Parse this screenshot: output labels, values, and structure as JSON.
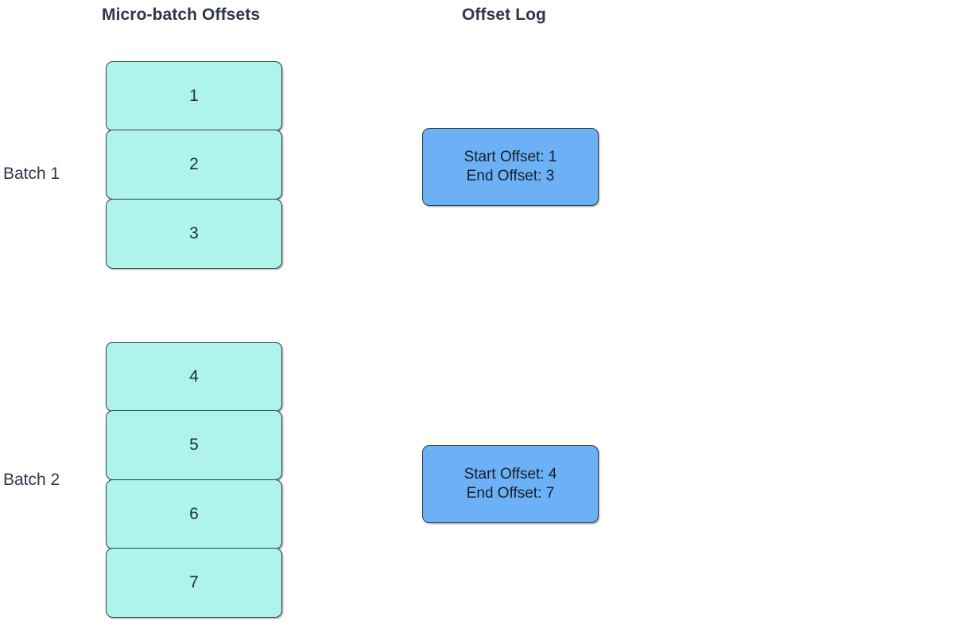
{
  "diagram": {
    "title_left": "Micro-batch Offsets",
    "title_right": "Offset Log",
    "colors": {
      "micro_batch_fill": "#aff4eb",
      "offset_log_fill": "#6cb0f5",
      "box_border": "#2e3d49",
      "text": "#2d3748",
      "background": "#ffffff"
    }
  },
  "batches": [
    {
      "label": "Batch 1",
      "offsets": [
        {
          "value": "1"
        },
        {
          "value": "2"
        },
        {
          "value": "3"
        }
      ],
      "log": {
        "start_line": "Start Offset: 1",
        "end_line": "End Offset: 3"
      }
    },
    {
      "label": "Batch 2",
      "offsets": [
        {
          "value": "4"
        },
        {
          "value": "5"
        },
        {
          "value": "6"
        },
        {
          "value": "7"
        }
      ],
      "log": {
        "start_line": "Start Offset: 4",
        "end_line": "End Offset: 7"
      }
    }
  ]
}
